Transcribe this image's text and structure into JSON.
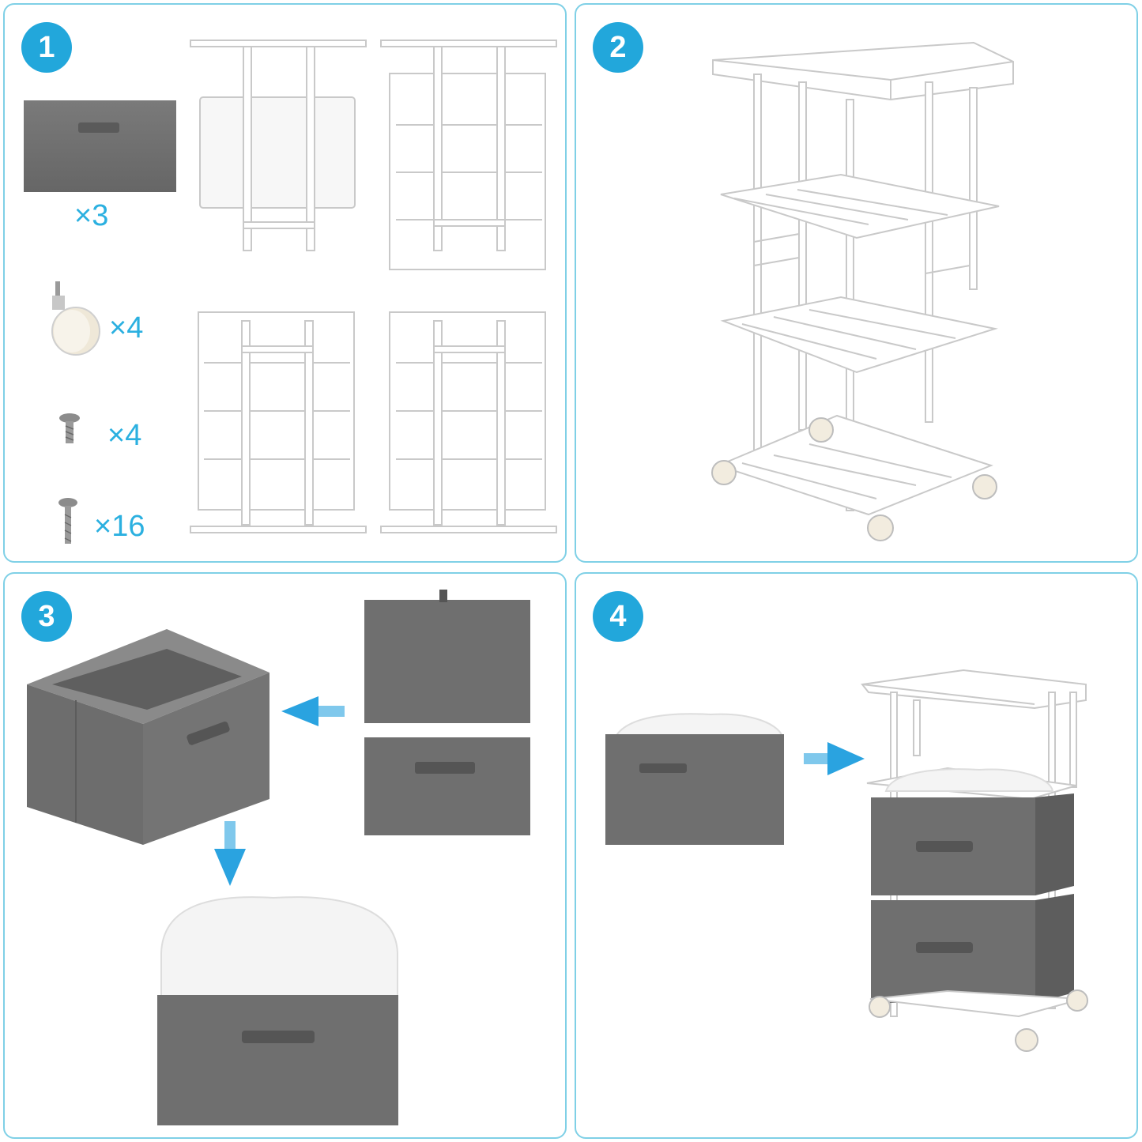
{
  "steps": [
    {
      "number": "1"
    },
    {
      "number": "2"
    },
    {
      "number": "3"
    },
    {
      "number": "4"
    }
  ],
  "parts": {
    "drawer_qty": "×3",
    "caster_qty": "×4",
    "short_screw_qty": "×4",
    "long_screw_qty": "×16"
  },
  "colors": {
    "border": "#7fd0e6",
    "badge": "#22a7db",
    "quantity_text": "#2bb0e0",
    "fabric": "#6e6e6e",
    "fabric_dark": "#5a5a5a",
    "frame": "#ffffff",
    "frame_outline": "#c9c9c9",
    "arrow": "#2aa3e0"
  },
  "icons": [
    "drawer-icon",
    "caster-wheel-icon",
    "screw-icon",
    "frame-panel-icon",
    "arrow-icon"
  ]
}
